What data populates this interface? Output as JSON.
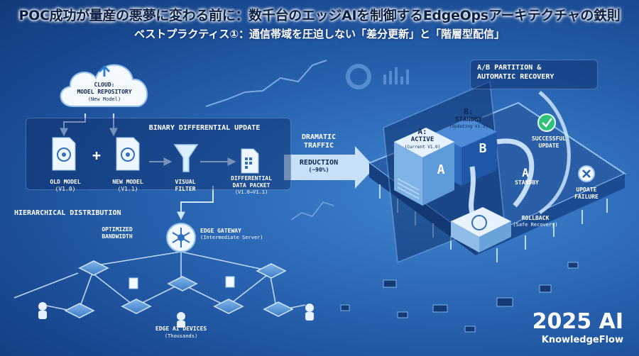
{
  "header": {
    "title": "POC成功が量産の悪夢に変わる前に：数千台のエッジAIを制御するEdgeOpsアーキテクチャの鉄則",
    "subtitle": "ベストプラクティス①：通信帯域を圧迫しない「差分更新」と「階層型配信」"
  },
  "cloud": {
    "line1": "CLOUD:",
    "line2": "MODEL REPOSITORY",
    "line3": "(New Model)"
  },
  "diff": {
    "heading": "BINARY DIFFERENTIAL UPDATE",
    "old_label": "OLD MODEL",
    "old_ver": "(V1.0)",
    "plus": "+",
    "new_label": "NEW MODEL",
    "new_ver": "(V1.1)",
    "filter_label": "VISUAL",
    "filter_label2": "FILTER",
    "packet_label": "DIFFERENTIAL",
    "packet_label2": "DATA PACKET",
    "packet_ver": "(V1.0→V1.1)"
  },
  "traffic": {
    "line1": "DRAMATIC",
    "line2": "TRAFFIC",
    "line3": "REDUCTION",
    "line4": "(~90%)"
  },
  "hier": {
    "heading": "HIERARCHICAL DISTRIBUTION",
    "bandwidth1": "OPTIMIZED",
    "bandwidth2": "BANDWIDTH",
    "gateway1": "EDGE GATEWAY",
    "gateway2": "(Intermediate Server)",
    "devices1": "EDGE AI DEVICES",
    "devices2": "(Thousands)"
  },
  "ab": {
    "heading1": "A/B PARTITION &",
    "heading2": "AUTOMATIC RECOVERY",
    "a_title": "A:",
    "a_state": "ACTIVE",
    "a_ver": "(Current V1.0)",
    "b_title": "B:",
    "b_state": "STANDBY",
    "b_ver": "(Updating V1.1)",
    "b_letter": "B",
    "a_letter": "A",
    "a_standby_letter": "A",
    "a_standby_text": "STANDBY",
    "success1": "SUCCESSFUL",
    "success2": "UPDATE",
    "fail1": "UPDATE",
    "fail2": "FAILURE",
    "rollback1": "ROLLBACK",
    "rollback2": "(Safe Recovery)"
  },
  "brand": {
    "big": "2025 AI",
    "small": "KnowledgeFlow"
  },
  "colors": {
    "accent": "#2f9cf0",
    "success": "#2fc27a",
    "fail": "#e8f0ff",
    "background": "#1d4f9a"
  }
}
